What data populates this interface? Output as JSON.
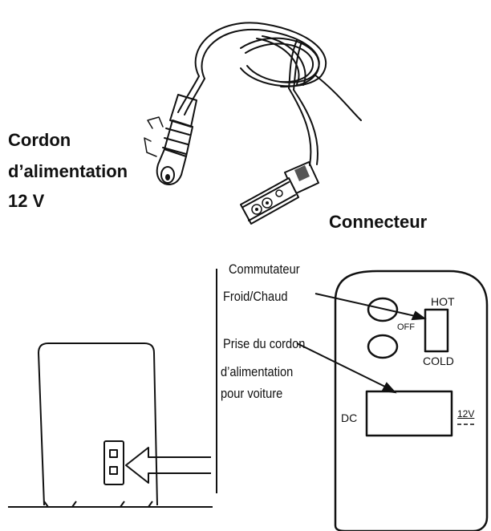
{
  "labels": {
    "power_cord_line1": "Cordon",
    "power_cord_line2": "d’alimentation",
    "power_cord_line3": "12 V",
    "connector": "Connecteur",
    "switch_line1": "Commutateur",
    "switch_line2": "Froid/Chaud",
    "socket_line1": "Prise du cordon",
    "socket_line2": "d’alimentation",
    "socket_line3": "pour voiture",
    "hot": "HOT",
    "off": "OFF",
    "cold": "COLD",
    "dc": "DC",
    "voltage": "12V"
  },
  "colors": {
    "ink": "#111111",
    "background": "#ffffff"
  }
}
